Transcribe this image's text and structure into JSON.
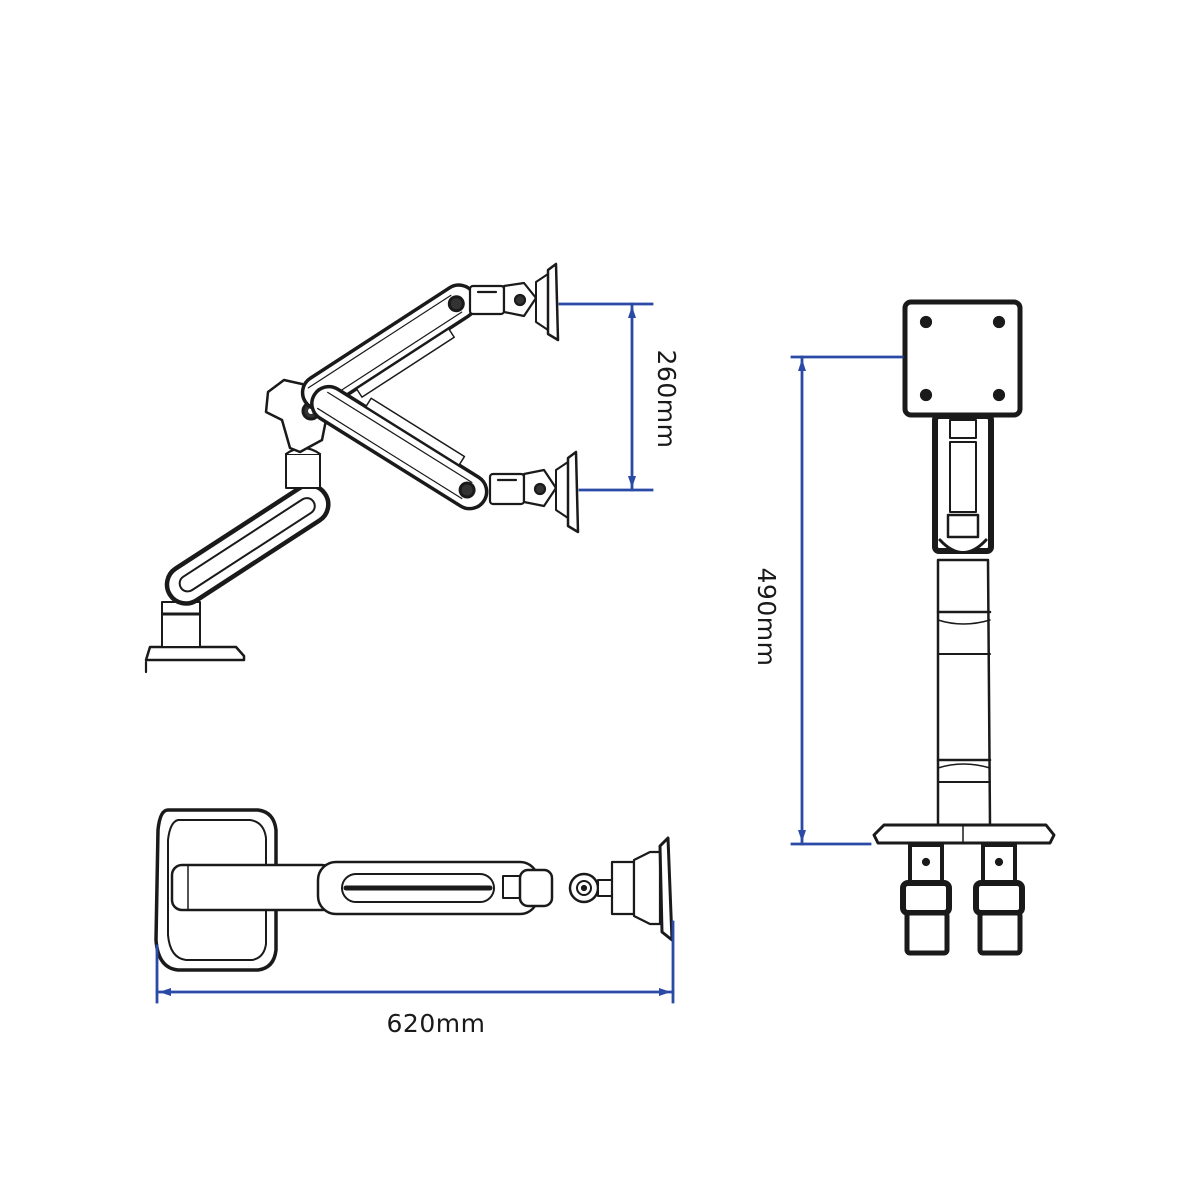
{
  "diagram": {
    "subject": "Gas spring monitor arm dimension drawing",
    "colors": {
      "dimension_line": "#2a4aa6",
      "outline": "#1a1a1a",
      "background": "#ffffff"
    },
    "views": [
      {
        "id": "side-view",
        "description": "Side elevation showing arm in upper and lower positions"
      },
      {
        "id": "front-view",
        "description": "Front elevation with VESA plate, pole and dual clamps"
      },
      {
        "id": "top-view",
        "description": "Top (plan) view with base plate and extended arm"
      }
    ],
    "dimensions": {
      "vertical_travel": {
        "label": "260mm",
        "orientation": "vertical"
      },
      "max_height": {
        "label": "490mm",
        "orientation": "vertical"
      },
      "max_reach": {
        "label": "620mm",
        "orientation": "horizontal"
      }
    }
  }
}
